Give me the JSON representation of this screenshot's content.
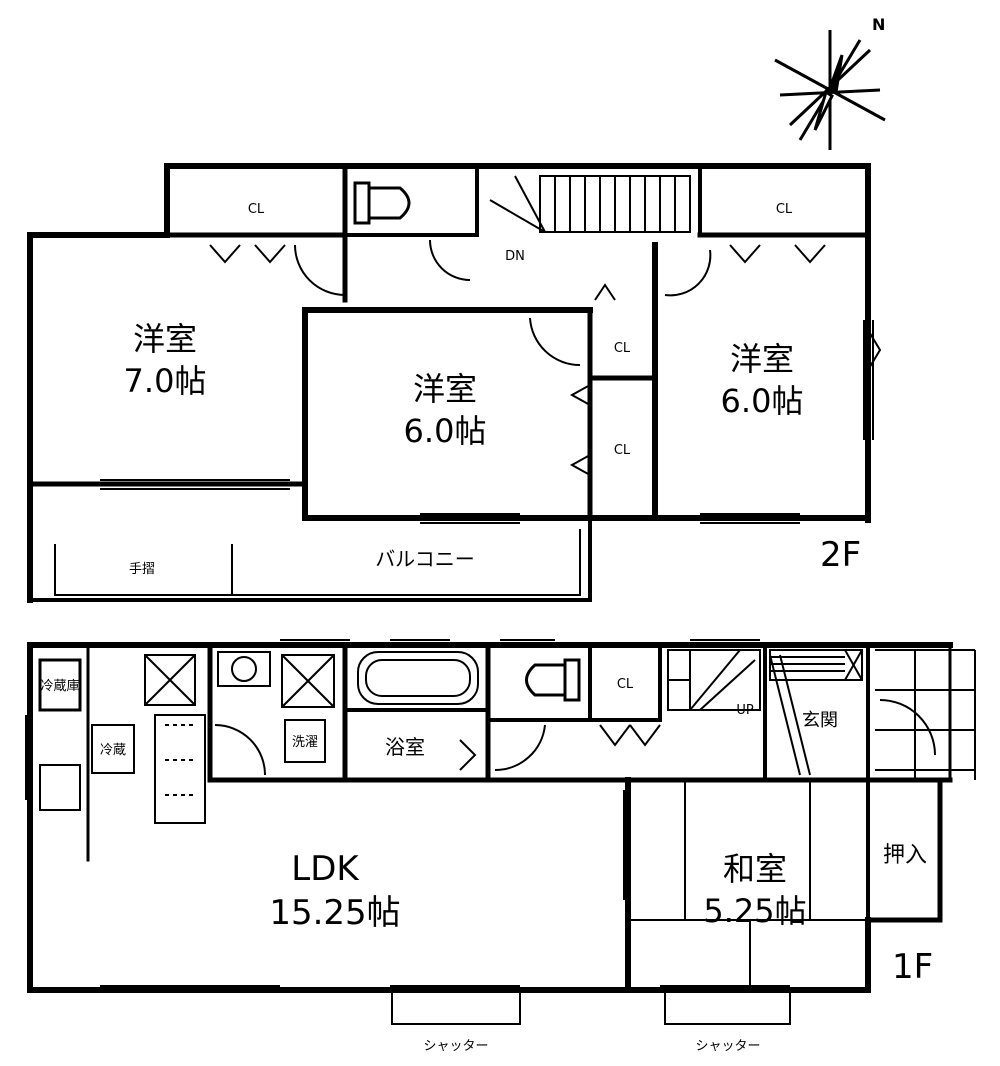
{
  "compass": {
    "label": "N"
  },
  "floor2": {
    "floor_label": "2F",
    "room_west": {
      "name": "洋室",
      "size": "7.0帖"
    },
    "room_center": {
      "name": "洋室",
      "size": "6.0帖"
    },
    "room_east": {
      "name": "洋室",
      "size": "6.0帖"
    },
    "closet_1": "CL",
    "closet_2": "CL",
    "closet_3": "CL",
    "closet_4": "CL",
    "stair": "DN",
    "balcony": "バルコニー",
    "handrail": "手摺"
  },
  "floor1": {
    "floor_label": "1F",
    "ldk": {
      "name": "LDK",
      "size": "15.25帖"
    },
    "washitsu": {
      "name": "和室",
      "size": "5.25帖"
    },
    "bath": "浴室",
    "entrance": "玄関",
    "oshiire": "押入",
    "closet": "CL",
    "stair": "UP",
    "fridge": "冷蔵",
    "washer": "洗濯",
    "fridge_space": "冷蔵庫",
    "shutter_1": "シャッター",
    "shutter_2": "シャッター"
  }
}
